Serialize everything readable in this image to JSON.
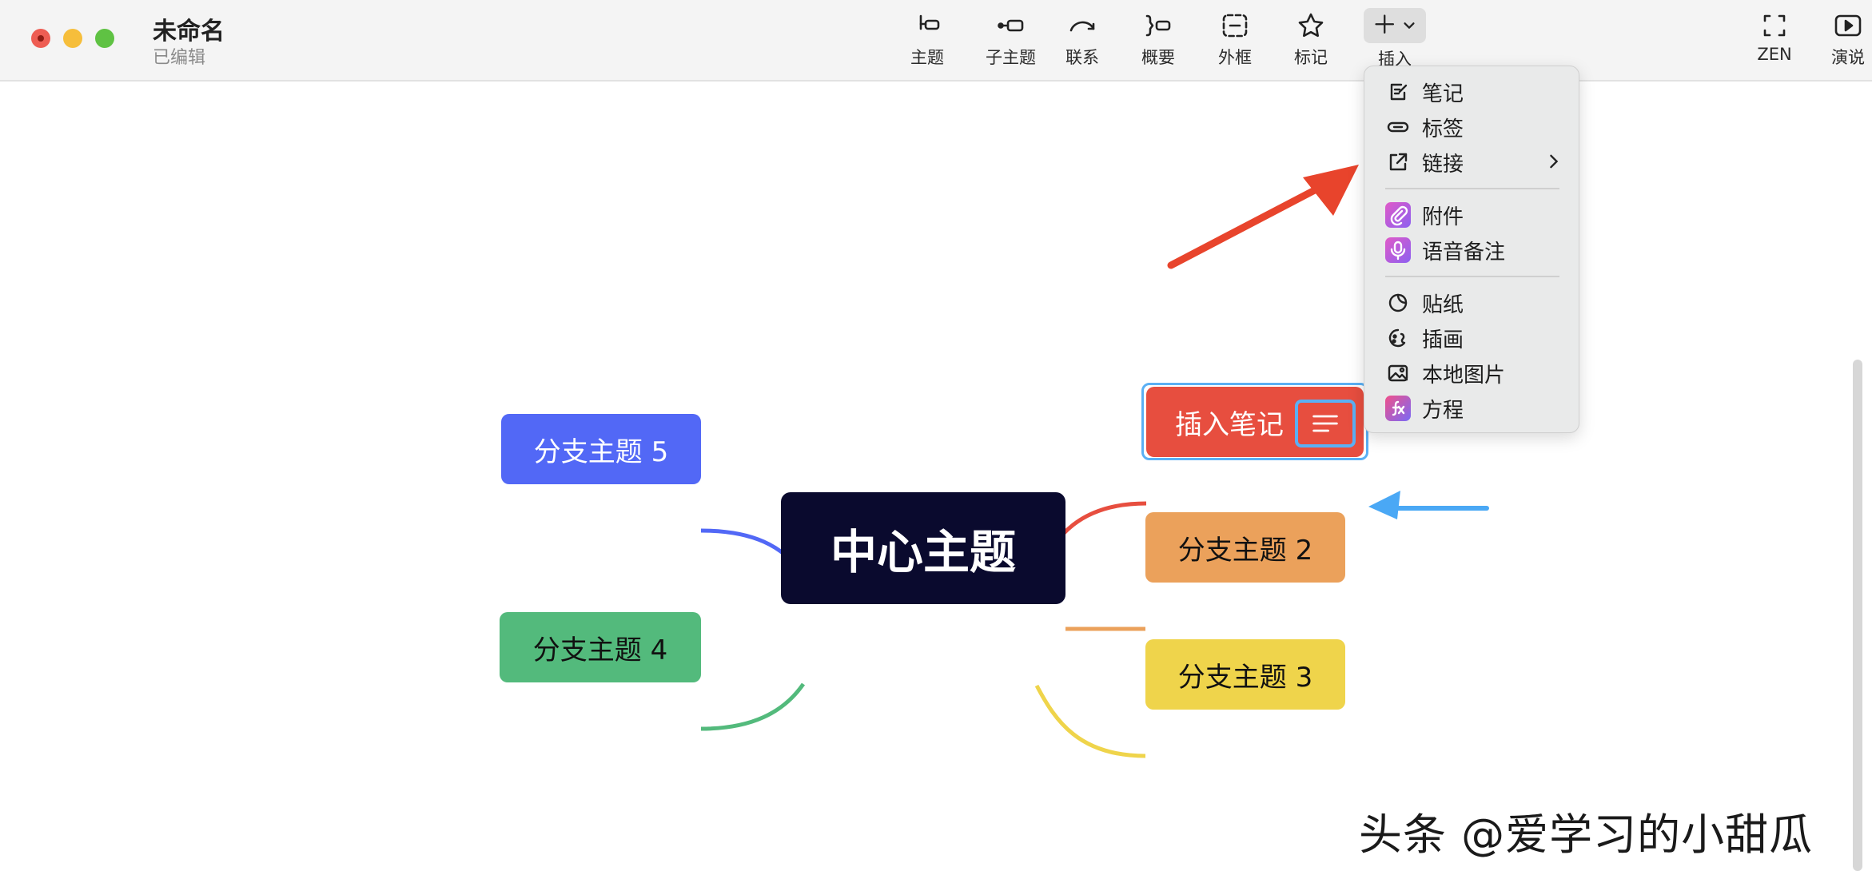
{
  "window": {
    "title": "未命名",
    "status": "已编辑"
  },
  "toolbar": {
    "topic": "主题",
    "subtopic": "子主题",
    "relation": "联系",
    "summary": "概要",
    "boundary": "外框",
    "marker": "标记",
    "insert": "插入",
    "zen": "ZEN",
    "present": "演说"
  },
  "insert_menu": {
    "items": [
      {
        "label": "笔记",
        "icon": "note-edit-icon"
      },
      {
        "label": "标签",
        "icon": "tag-link-icon"
      },
      {
        "label": "链接",
        "icon": "external-link-icon",
        "submenu": true
      },
      {
        "label": "附件",
        "icon": "paperclip-icon"
      },
      {
        "label": "语音备注",
        "icon": "microphone-icon"
      },
      {
        "label": "贴纸",
        "icon": "sticker-icon"
      },
      {
        "label": "插画",
        "icon": "illustration-icon"
      },
      {
        "label": "本地图片",
        "icon": "image-icon"
      },
      {
        "label": "方程",
        "icon": "equation-icon"
      }
    ]
  },
  "mindmap": {
    "center": "中心主题",
    "branches": [
      {
        "label": "插入笔记",
        "color": "#e74e3f"
      },
      {
        "label": "分支主题 2",
        "color": "#eba15b"
      },
      {
        "label": "分支主题 3",
        "color": "#efd44b"
      },
      {
        "label": "分支主题 4",
        "color": "#53ba7c"
      },
      {
        "label": "分支主题 5",
        "color": "#5268f6"
      }
    ]
  },
  "watermark": "头条 @爱学习的小甜瓜"
}
